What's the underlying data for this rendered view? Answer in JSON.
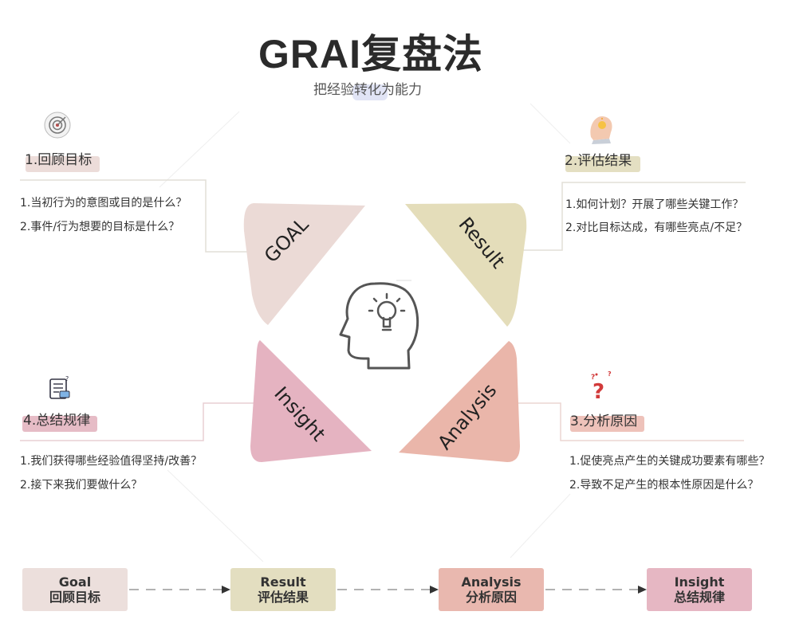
{
  "header": {
    "title": "GRAI复盘法",
    "subtitle": "把经验转化为能力"
  },
  "sections": [
    {
      "id": "goal",
      "title": "1.回顾目标",
      "icon": "target-icon",
      "highlight": "#ecdcd9",
      "questions": [
        "1.当初行为的意图或目的是什么？",
        "2.事件/行为想要的目标是什么？"
      ]
    },
    {
      "id": "result",
      "title": "2.评估结果",
      "icon": "lightbulb-head-icon",
      "highlight": "#e4dfc2",
      "questions": [
        "1.如何计划？开展了哪些关键工作？",
        "2.对比目标达成，有哪些亮点/不足？"
      ]
    },
    {
      "id": "analysis",
      "title": "3.分析原因",
      "icon": "question-mark-icon",
      "highlight": "#eec2ba",
      "questions": [
        "1.促使亮点产生的关键成功要素有哪些？",
        "2.导致不足产生的根本性原因是什么？"
      ]
    },
    {
      "id": "insight",
      "title": "4.总结规律",
      "icon": "clipboard-icon",
      "highlight": "#e6bcc6",
      "questions": [
        "1.我们获得哪些经验值得坚持/改善？",
        "2.接下来我们要做什么？"
      ]
    }
  ],
  "center": {
    "icon": "head-lightbulb-icon",
    "quadrants": {
      "goal": "GOAL",
      "result": "Result",
      "insight": "Insight",
      "analysis": "Analysis"
    }
  },
  "flow": [
    {
      "en": "Goal",
      "zh": "回顾目标",
      "color": "#ecdfdc"
    },
    {
      "en": "Result",
      "zh": "评估结果",
      "color": "#e3dec0"
    },
    {
      "en": "Analysis",
      "zh": "分析原因",
      "color": "#e9b8af"
    },
    {
      "en": "Insight",
      "zh": "总结规律",
      "color": "#e6b7c3"
    }
  ],
  "colors": {
    "goal": "#ebdad6",
    "result": "#e4ddba",
    "insight": "#e5b3c1",
    "analysis": "#eab6aa",
    "line": "#e2dfd7"
  }
}
